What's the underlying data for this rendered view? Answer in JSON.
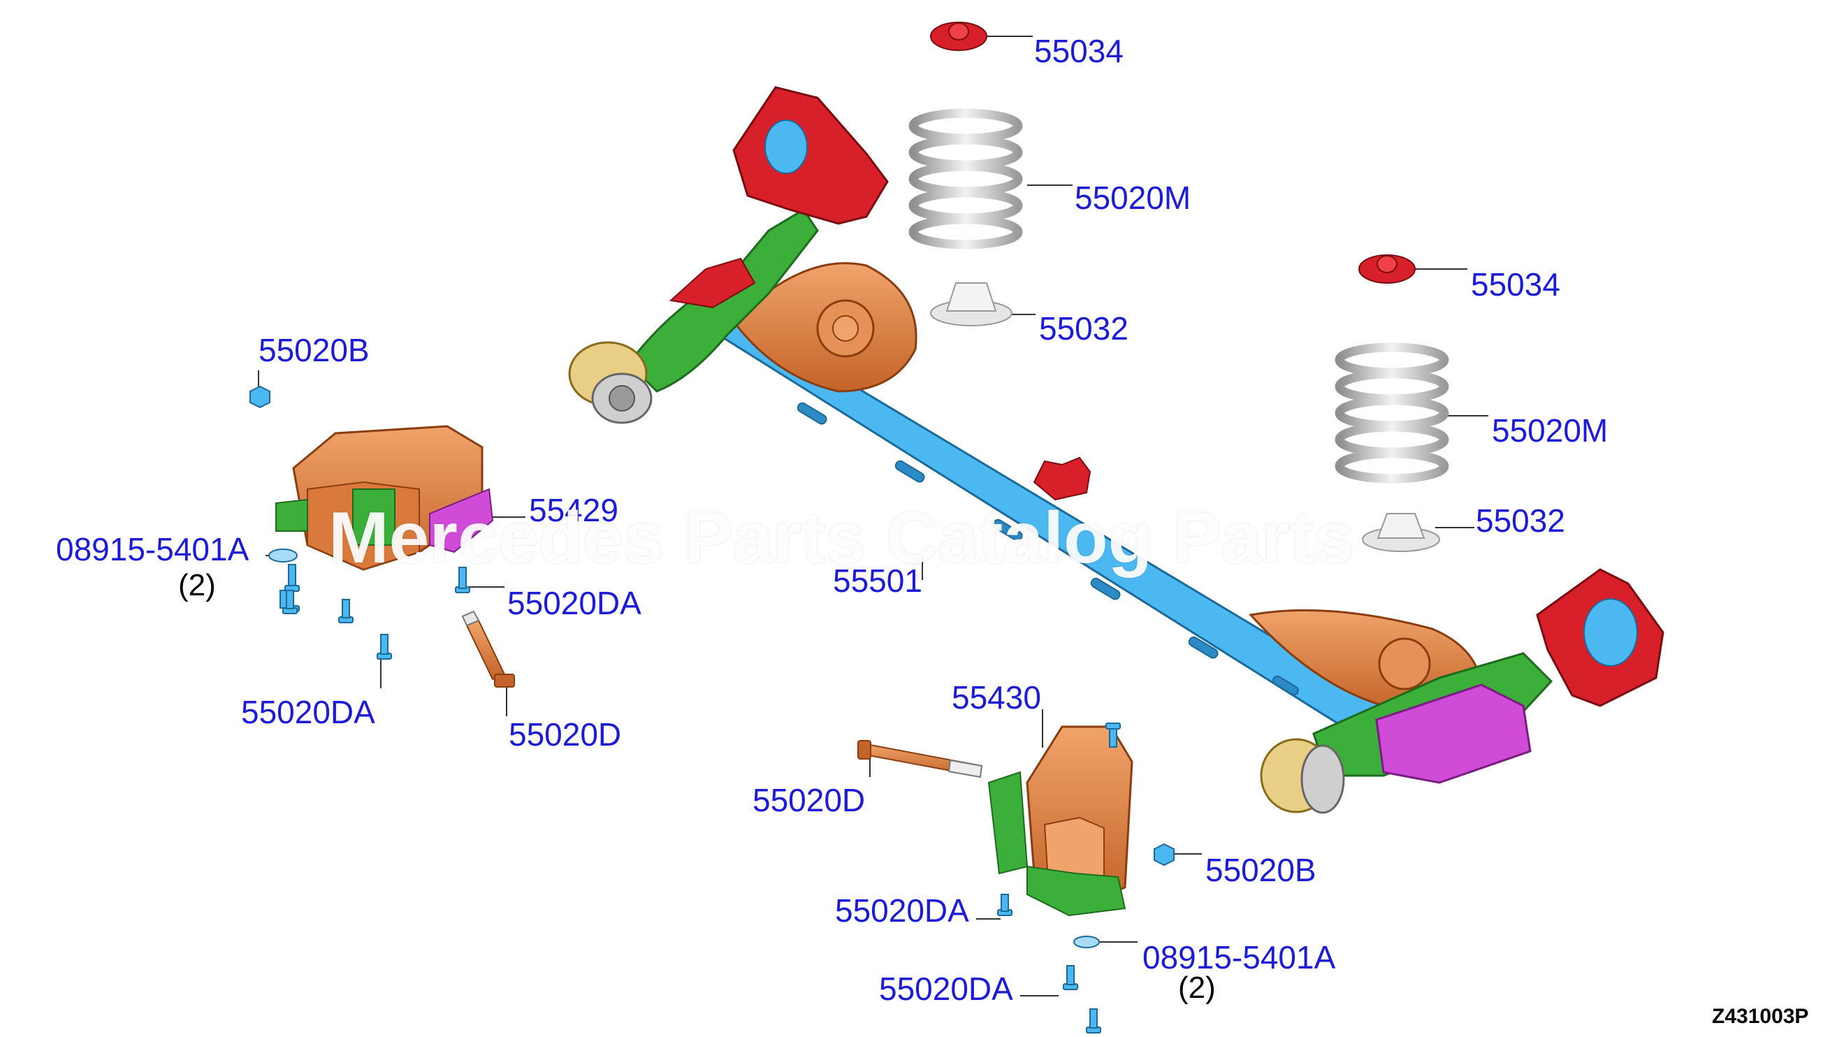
{
  "figure_code": "Z431003P",
  "watermark": "Mercedes Parts Catalog Parts",
  "colors": {
    "callout": "#1c1cd6",
    "beam": "#4cb8f2",
    "arm_orange": "#d9793b",
    "tube_green": "#3cae3a",
    "bracket_red": "#d8202a",
    "sleeve_magenta": "#d04bd8",
    "spring_silver": "#c9c9c9",
    "bushing_tan": "#e8cf85"
  },
  "callouts": {
    "seat_upper_left": "55034",
    "spring_left": "55020M",
    "seat_lower_left": "55032",
    "seat_upper_right": "55034",
    "spring_right": "55020M",
    "seat_lower_right": "55032",
    "nut_left": "55020B",
    "bracket_left": "55429",
    "washer_left": "08915-5401A",
    "washer_left_qty": "(2)",
    "bolt_left_small": "55020DA",
    "bolt_left_bottom": "55020DA",
    "bolt_left_long": "55020D",
    "beam": "55501",
    "bracket_right": "55430",
    "bolt_right_long": "55020D",
    "nut_right": "55020B",
    "bolt_right_small": "55020DA",
    "washer_right": "08915-5401A",
    "washer_right_qty": "(2)",
    "bolt_right_bottom": "55020DA"
  }
}
